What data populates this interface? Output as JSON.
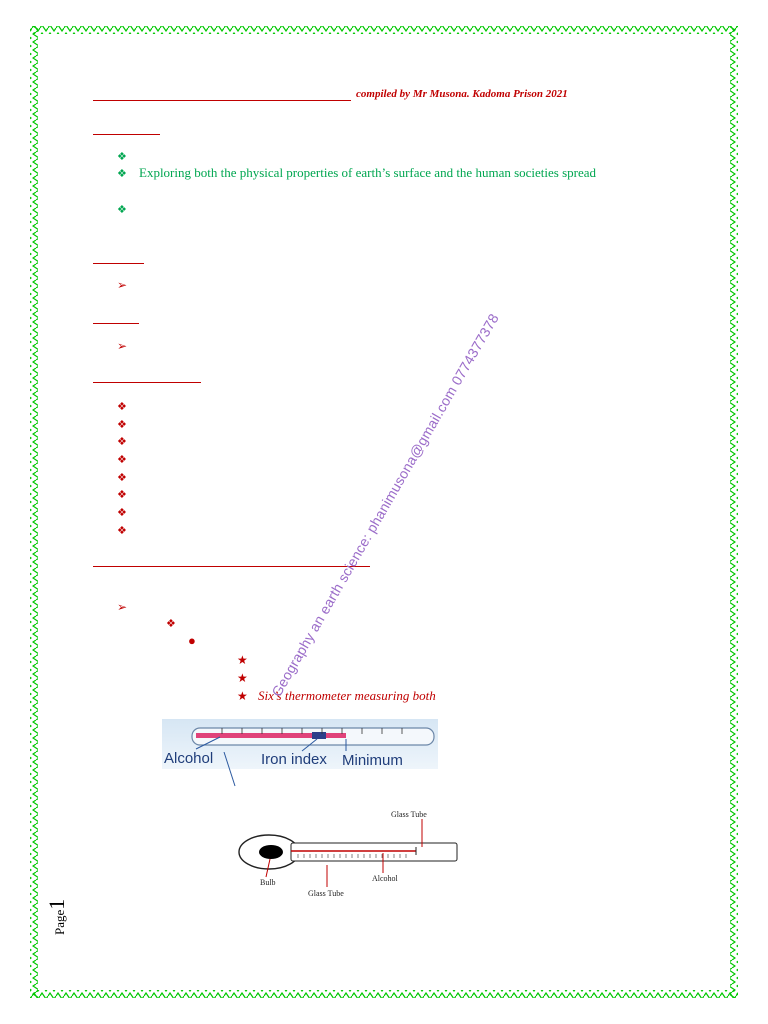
{
  "header": {
    "credit": "compiled by Mr Musona. Kadoma Prison 2021"
  },
  "definition": {
    "bullet_text": "Exploring  both the physical properties of earth’s surface and the human societies spread"
  },
  "thermometers": {
    "six_caption": "Six’s thermometer measuring both",
    "minimum_figure_labels": [
      "Alcohol",
      "Iron index",
      "Minimum"
    ],
    "diagram_labels": {
      "glass_tube_top": "Glass Tube",
      "bulb": "Bulb",
      "glass_tube_bottom": "Glass Tube",
      "alcohol": "Alcohol"
    }
  },
  "watermark": "Geography an earth science: phanimusona@gmail.com 0774377378",
  "footer": {
    "page_word": "Page",
    "page_number": "1"
  },
  "colors": {
    "border": "#00c800",
    "heading_rule": "#c00000",
    "green_text": "#00a650",
    "watermark": "#9b6cc9"
  }
}
